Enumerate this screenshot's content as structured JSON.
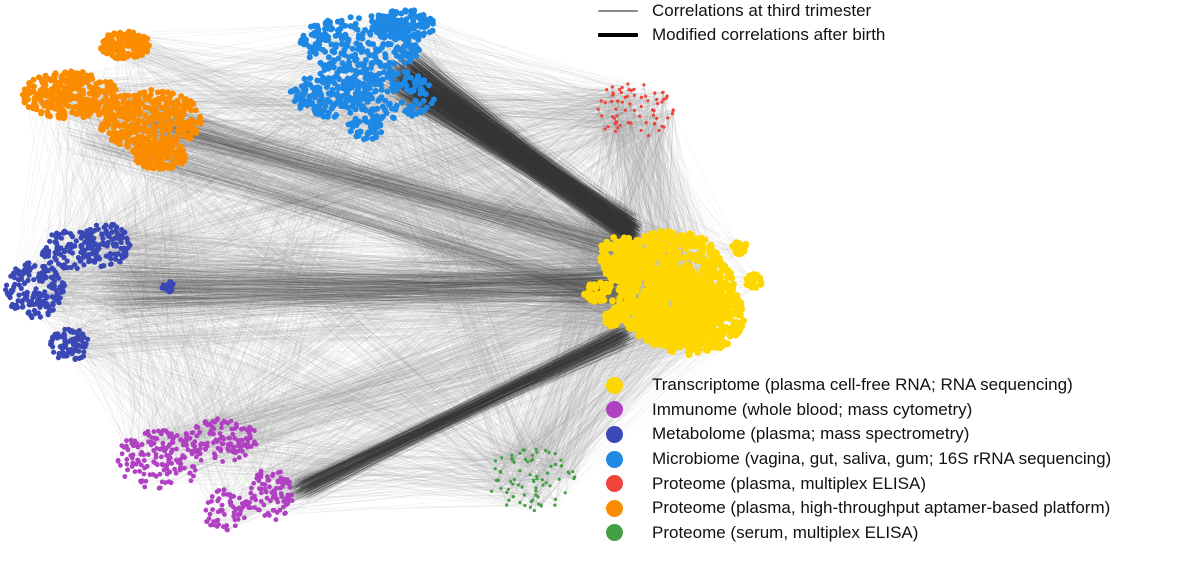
{
  "edge_legend": [
    {
      "label": "Correlations at third trimester",
      "style": "thin",
      "color": "#8a8a8a"
    },
    {
      "label": "Modified correlations after birth",
      "style": "thick",
      "color": "#000000"
    }
  ],
  "node_legend": [
    {
      "id": "transcriptome",
      "label": "Transcriptome (plasma cell-free RNA; RNA sequencing)",
      "color": "#FFD700"
    },
    {
      "id": "immunome",
      "label": "Immunome (whole blood; mass cytometry)",
      "color": "#B041C2"
    },
    {
      "id": "metabolome",
      "label": "Metabolome (plasma; mass spectrometry)",
      "color": "#3A48B5"
    },
    {
      "id": "microbiome",
      "label": "Microbiome (vagina, gut, saliva, gum; 16S rRNA sequencing)",
      "color": "#1E88E5"
    },
    {
      "id": "proteome-elisa",
      "label": "Proteome (plasma, multiplex ELISA)",
      "color": "#F0433A"
    },
    {
      "id": "proteome-aptamer",
      "label": "Proteome (plasma, high-throughput aptamer-based platform)",
      "color": "#FB8C00"
    },
    {
      "id": "proteome-serum",
      "label": "Proteome (serum, multiplex ELISA)",
      "color": "#43A047"
    }
  ],
  "diagram": {
    "type": "correlation network",
    "node_groups": [
      {
        "id": "transcriptome",
        "color": "#FFD700",
        "relative_size": "very large"
      },
      {
        "id": "immunome",
        "color": "#B041C2",
        "relative_size": "medium"
      },
      {
        "id": "metabolome",
        "color": "#3A48B5",
        "relative_size": "medium"
      },
      {
        "id": "microbiome",
        "color": "#1E88E5",
        "relative_size": "large"
      },
      {
        "id": "proteome-elisa",
        "color": "#F0433A",
        "relative_size": "small"
      },
      {
        "id": "proteome-aptamer",
        "color": "#FB8C00",
        "relative_size": "large"
      },
      {
        "id": "proteome-serum",
        "color": "#43A047",
        "relative_size": "small"
      }
    ],
    "edge_colors": {
      "third_trimester": "#9a9a9a",
      "after_birth": "#3a3a3a"
    }
  }
}
